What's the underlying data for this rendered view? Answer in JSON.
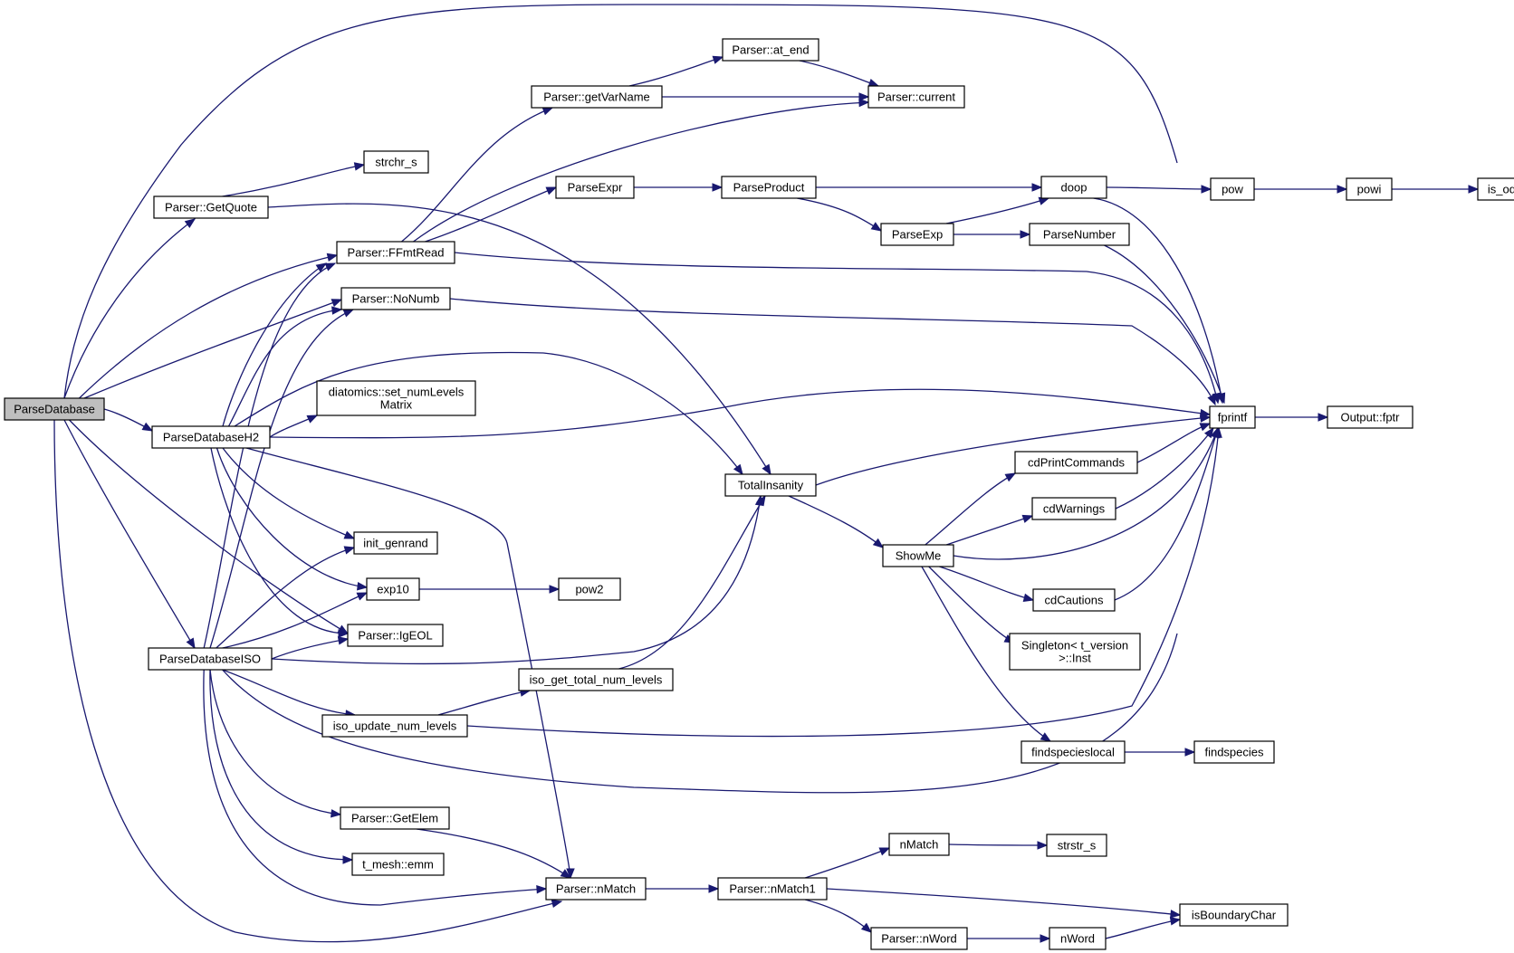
{
  "colors": {
    "edge": "#191970",
    "node_fill": "#ffffff",
    "root_fill": "#bfbfbf",
    "border": "#000000"
  },
  "nodes": [
    {
      "id": "parsedatabase",
      "label": "ParseDatabase",
      "root": true
    },
    {
      "id": "getquote",
      "label": "Parser::GetQuote"
    },
    {
      "id": "strchr",
      "label": "strchr_s"
    },
    {
      "id": "getvarname",
      "label": "Parser::getVarName"
    },
    {
      "id": "atend",
      "label": "Parser::at_end"
    },
    {
      "id": "current",
      "label": "Parser::current"
    },
    {
      "id": "ffmtread",
      "label": "Parser::FFmtRead"
    },
    {
      "id": "parseexpr",
      "label": "ParseExpr"
    },
    {
      "id": "parseproduct",
      "label": "ParseProduct"
    },
    {
      "id": "doop",
      "label": "doop"
    },
    {
      "id": "pow",
      "label": "pow"
    },
    {
      "id": "powi",
      "label": "powi"
    },
    {
      "id": "isodd",
      "label": "is_odd"
    },
    {
      "id": "parseexp",
      "label": "ParseExp"
    },
    {
      "id": "parsenumber",
      "label": "ParseNumber"
    },
    {
      "id": "nonumb",
      "label": "Parser::NoNumb"
    },
    {
      "id": "setnum",
      "label": "diatomics::set_numLevels\nMatrix"
    },
    {
      "id": "parseh2",
      "label": "ParseDatabaseH2"
    },
    {
      "id": "fprintf",
      "label": "fprintf"
    },
    {
      "id": "fptr",
      "label": "Output::fptr"
    },
    {
      "id": "totalinsanity",
      "label": "TotalInsanity"
    },
    {
      "id": "cdprint",
      "label": "cdPrintCommands"
    },
    {
      "id": "cdwarn",
      "label": "cdWarnings"
    },
    {
      "id": "showme",
      "label": "ShowMe"
    },
    {
      "id": "initgen",
      "label": "init_genrand"
    },
    {
      "id": "exp10",
      "label": "exp10"
    },
    {
      "id": "pow2",
      "label": "pow2"
    },
    {
      "id": "cdcaut",
      "label": "cdCautions"
    },
    {
      "id": "igeol",
      "label": "Parser::IgEOL"
    },
    {
      "id": "parseiso",
      "label": "ParseDatabaseISO"
    },
    {
      "id": "singleton",
      "label": "Singleton< t_version\n>::Inst"
    },
    {
      "id": "isogettotal",
      "label": "iso_get_total_num_levels"
    },
    {
      "id": "isoupdate",
      "label": "iso_update_num_levels"
    },
    {
      "id": "findlocal",
      "label": "findspecieslocal"
    },
    {
      "id": "findspecies",
      "label": "findspecies"
    },
    {
      "id": "getelem",
      "label": "Parser::GetElem"
    },
    {
      "id": "nmatchfree",
      "label": "nMatch"
    },
    {
      "id": "strstr",
      "label": "strstr_s"
    },
    {
      "id": "emm",
      "label": "t_mesh::emm"
    },
    {
      "id": "pnmatch",
      "label": "Parser::nMatch"
    },
    {
      "id": "pnmatch1",
      "label": "Parser::nMatch1"
    },
    {
      "id": "isboundary",
      "label": "isBoundaryChar"
    },
    {
      "id": "pnword",
      "label": "Parser::nWord"
    },
    {
      "id": "nword",
      "label": "nWord"
    }
  ]
}
